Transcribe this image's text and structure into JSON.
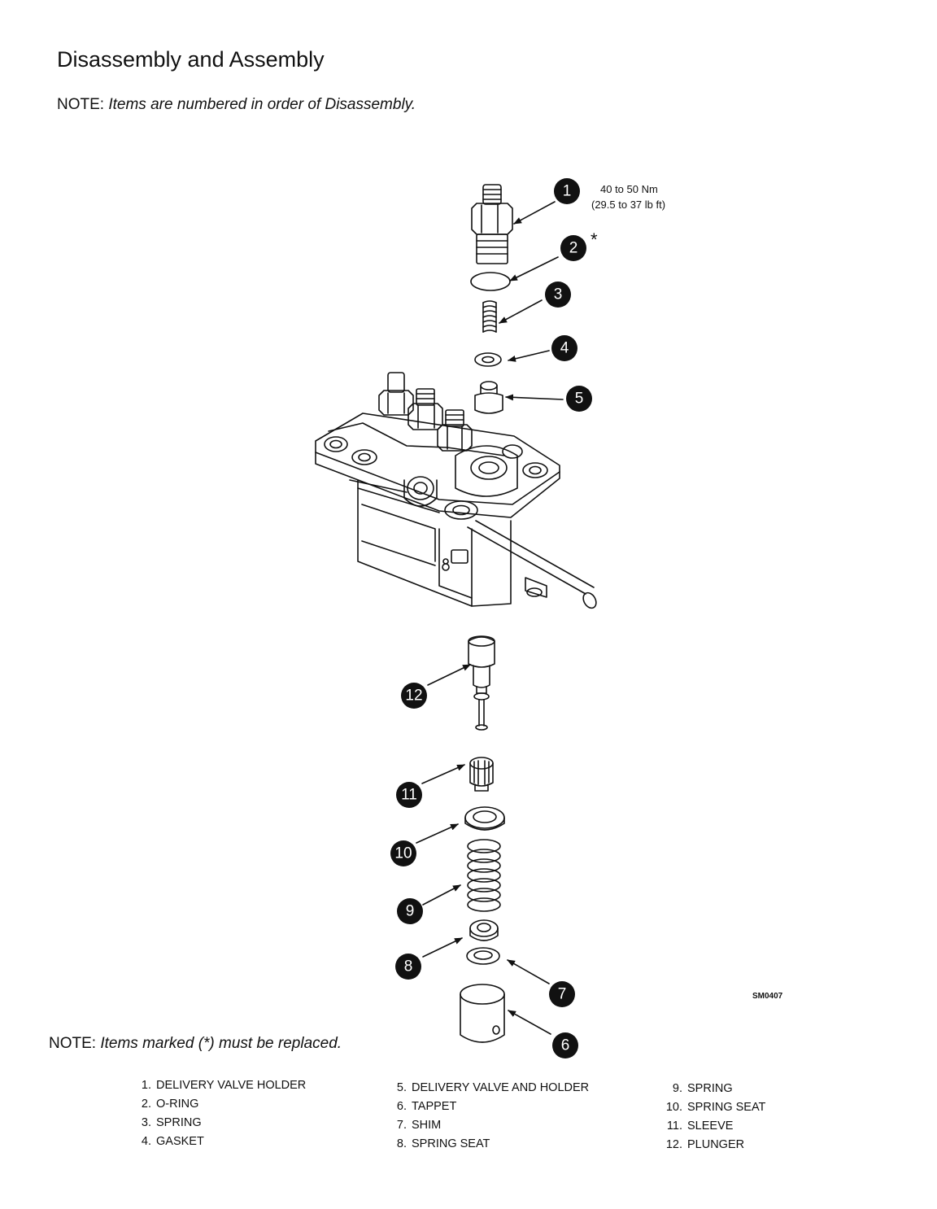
{
  "page": {
    "title": "Disassembly and Assembly",
    "note_top_label": "NOTE:",
    "note_top_text": "Items are numbered in order of Disassembly.",
    "note_bottom_label": "NOTE:",
    "note_bottom_text": "Items marked (*) must be replaced."
  },
  "diagram": {
    "torque_line1": "40 to 50 Nm",
    "torque_line2": "(29.5 to 37 lb ft)",
    "replace_marker": "*",
    "figure_code": "SM0407",
    "callouts": [
      "1",
      "2",
      "3",
      "4",
      "5",
      "6",
      "7",
      "8",
      "9",
      "10",
      "11",
      "12"
    ]
  },
  "parts": {
    "col1": [
      {
        "num": "1.",
        "name": "DELIVERY VALVE HOLDER"
      },
      {
        "num": "2.",
        "name": "O-RING"
      },
      {
        "num": "3.",
        "name": "SPRING"
      },
      {
        "num": "4.",
        "name": "GASKET"
      }
    ],
    "col2": [
      {
        "num": "5.",
        "name": "DELIVERY VALVE AND HOLDER"
      },
      {
        "num": "6.",
        "name": "TAPPET"
      },
      {
        "num": "7.",
        "name": "SHIM"
      },
      {
        "num": "8.",
        "name": "SPRING SEAT"
      }
    ],
    "col3": [
      {
        "num": "9.",
        "name": "SPRING"
      },
      {
        "num": "10.",
        "name": "SPRING SEAT"
      },
      {
        "num": "11.",
        "name": "SLEEVE"
      },
      {
        "num": "12.",
        "name": "PLUNGER"
      }
    ]
  }
}
